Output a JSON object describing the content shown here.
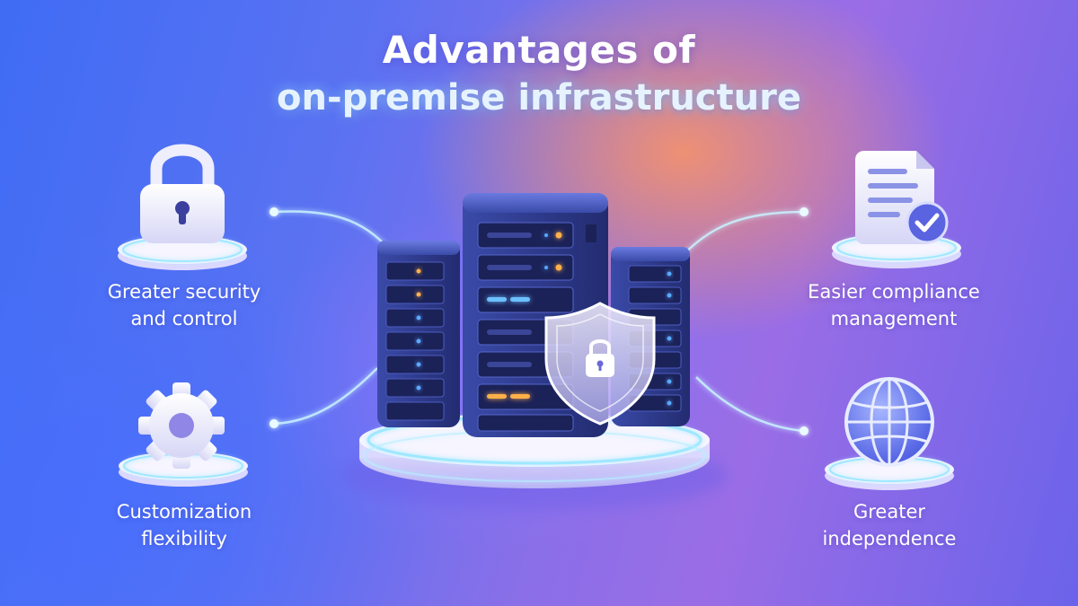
{
  "title": {
    "line1": "Advantages of",
    "line2": "on-premise infrastructure"
  },
  "advantages": [
    {
      "line1": "Greater security",
      "line2": "and control",
      "icon": "padlock-icon"
    },
    {
      "line1": "Customization",
      "line2": "flexibility",
      "icon": "gear-icon"
    },
    {
      "line1": "Easier compliance",
      "line2": "management",
      "icon": "document-check-icon"
    },
    {
      "line1": "Greater",
      "line2": "independence",
      "icon": "globe-icon"
    }
  ],
  "center_icon": "server-rack-shield-icon",
  "colors": {
    "accent_glow": "#9fe8ff",
    "server_body": "#2d3a86",
    "led_orange": "#ffb04a",
    "led_blue": "#5aa8ff"
  }
}
